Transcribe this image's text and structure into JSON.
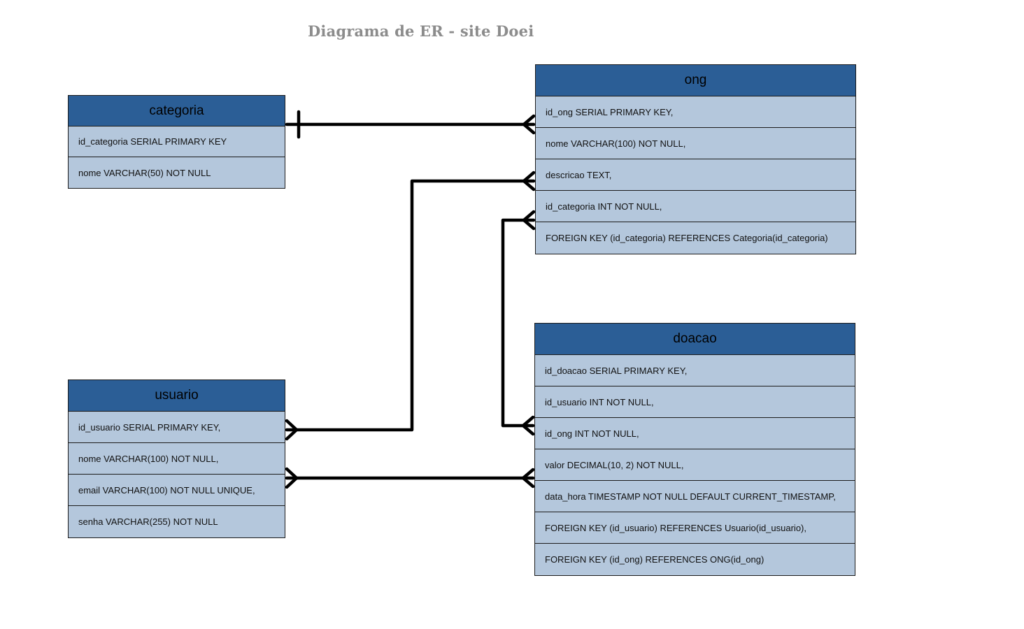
{
  "title": "Diagrama de ER - site Doei",
  "colors": {
    "header": "#2b5e96",
    "row": "#b4c7dc",
    "line": "#000000",
    "title": "#8c8c8c"
  },
  "entities": {
    "categoria": {
      "name": "categoria",
      "fields": [
        "id_categoria SERIAL PRIMARY KEY",
        "nome VARCHAR(50) NOT NULL"
      ]
    },
    "ong": {
      "name": "ong",
      "fields": [
        "id_ong SERIAL PRIMARY KEY,",
        "nome VARCHAR(100) NOT NULL,",
        "descricao TEXT,",
        "id_categoria INT NOT NULL,",
        "FOREIGN KEY (id_categoria) REFERENCES Categoria(id_categoria)"
      ]
    },
    "usuario": {
      "name": "usuario",
      "fields": [
        "id_usuario SERIAL PRIMARY KEY,",
        "nome VARCHAR(100) NOT NULL,",
        "email VARCHAR(100) NOT NULL UNIQUE,",
        "senha VARCHAR(255) NOT NULL"
      ]
    },
    "doacao": {
      "name": "doacao",
      "fields": [
        "id_doacao SERIAL PRIMARY KEY,",
        "id_usuario INT NOT NULL,",
        "id_ong INT NOT NULL,",
        "valor DECIMAL(10, 2) NOT NULL,",
        "data_hora TIMESTAMP NOT NULL DEFAULT CURRENT_TIMESTAMP,",
        "FOREIGN KEY (id_usuario) REFERENCES Usuario(id_usuario),",
        "FOREIGN KEY (id_ong) REFERENCES ONG(id_ong)"
      ]
    }
  },
  "relationships": [
    {
      "from": "categoria",
      "to": "ong",
      "from_end": "one",
      "to_end": "many"
    },
    {
      "from": "usuario",
      "to": "ong",
      "from_end": "many",
      "to_end": "many"
    },
    {
      "from": "ong",
      "to": "doacao",
      "from_end": "many",
      "to_end": "many"
    },
    {
      "from": "usuario",
      "to": "doacao",
      "from_end": "many",
      "to_end": "many"
    }
  ]
}
